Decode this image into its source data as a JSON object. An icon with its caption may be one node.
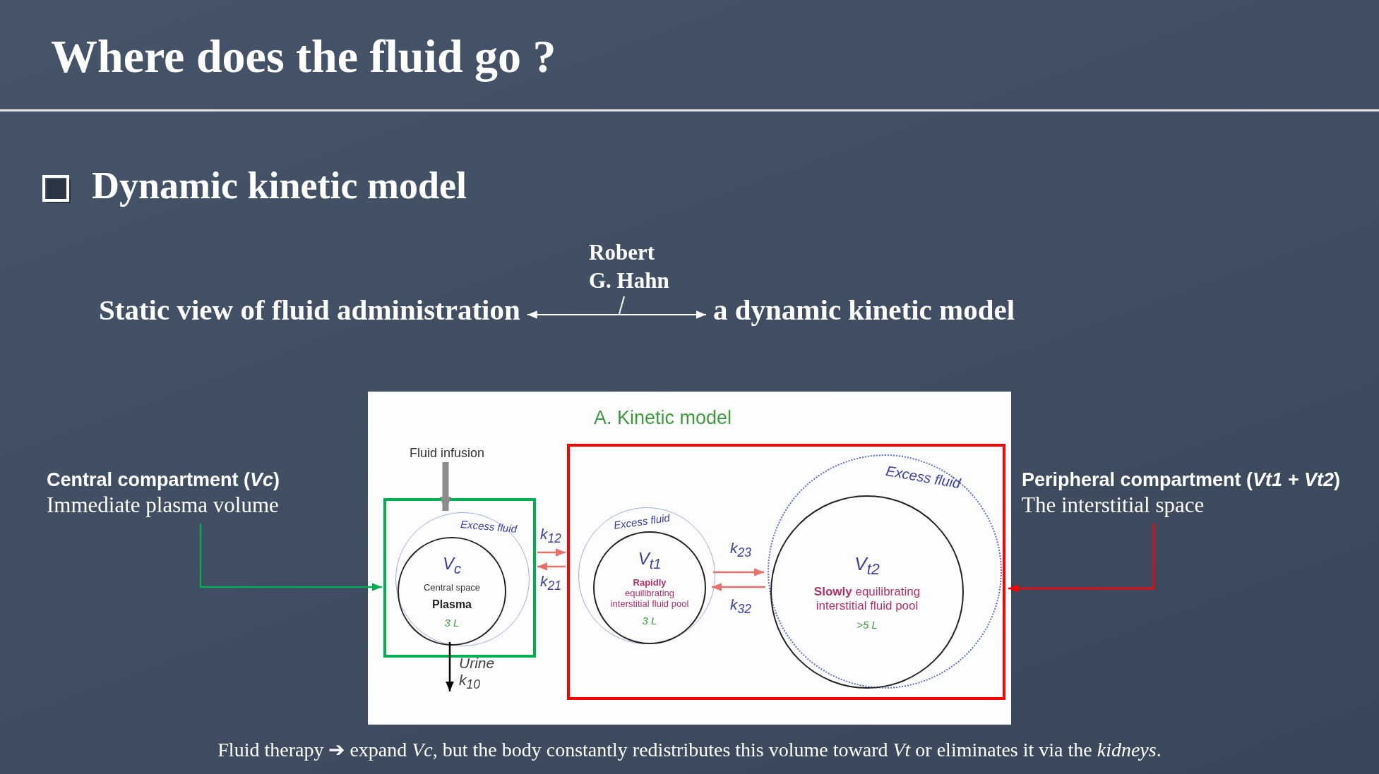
{
  "diagram": {
    "title": "Where does the fluid go ?",
    "caption": "Fluid therapy ➔ expand *Vc*, but the body constantly redistributes this volume toward *Vt* or eliminates it via the *kidneys*.",
    "nodes": [
      {
        "text": [
          "Static view of fluid administration"
        ]
      },
      {
        "text": [
          "a dynamic kinetic model"
        ]
      },
      {
        "text": [
          "Robert G. Hahn"
        ]
      },
      {
        "text": [
          "Central compartment (*Vc*)",
          "Immediate plasma volume"
        ]
      },
      {
        "text": [
          "Peripheral compartment (*Vt1 + Vt2*)",
          "The interstitial space"
        ]
      },
      {
        "text": [
          "A. Kinetic model"
        ]
      },
      {
        "text": [],
        "shape": "box",
        "in": 5
      },
      {
        "text": [
          "Excess fluid"
        ],
        "in": 6
      },
      {
        "text": [
          "V$_{c}$",
          "Central space",
          "Plasma",
          "3 L"
        ],
        "in": 7
      },
      {
        "text": [],
        "shape": "box",
        "in": 5
      },
      {
        "text": [
          "Excess fluid"
        ],
        "in": 9
      },
      {
        "text": [
          "V$_{t1}$",
          "**Rapidly** equilibrating interstitial fluid pool",
          "3 L"
        ],
        "in": 10
      },
      {
        "text": [
          "Excess fluid"
        ],
        "in": 9
      },
      {
        "text": [
          "V$_{t2}$",
          "**Slowly** equilibrating interstitial fluid pool",
          ">5 L"
        ],
        "in": 12
      },
      {
        "text": [
          "Fluid infusion"
        ],
        "in": 5
      }
    ],
    "edges": [
      {
        "from": 0,
        "to": 1,
        "arrow": "both",
        "color": "#ffffff"
      },
      {
        "from": 2,
        "to": null,
        "arrow": "none",
        "color": "#ffffff"
      },
      {
        "from": 14,
        "to": 7,
        "arrow": "to",
        "style": "thick",
        "color": "#8c8c8c"
      },
      {
        "from": 8,
        "to": null,
        "arrow": "to",
        "label": "Urine k$_{10}$",
        "color": "#000000"
      },
      {
        "from": 6,
        "to": 9,
        "arrow": "to",
        "label": "k$_{12}$"
      },
      {
        "from": 9,
        "to": 6,
        "arrow": "to",
        "label": "k$_{21}$"
      },
      {
        "from": 10,
        "to": 12,
        "arrow": "to",
        "label": "k$_{23}$"
      },
      {
        "from": 12,
        "to": 10,
        "arrow": "to",
        "label": "k$_{32}$"
      },
      {
        "from": 3,
        "to": 6,
        "arrow": "to",
        "color": "#00b050"
      },
      {
        "from": 4,
        "to": 9,
        "arrow": "to",
        "color": "#ff0000"
      }
    ],
    "labels": [
      "Dynamic kinetic model"
    ]
  }
}
